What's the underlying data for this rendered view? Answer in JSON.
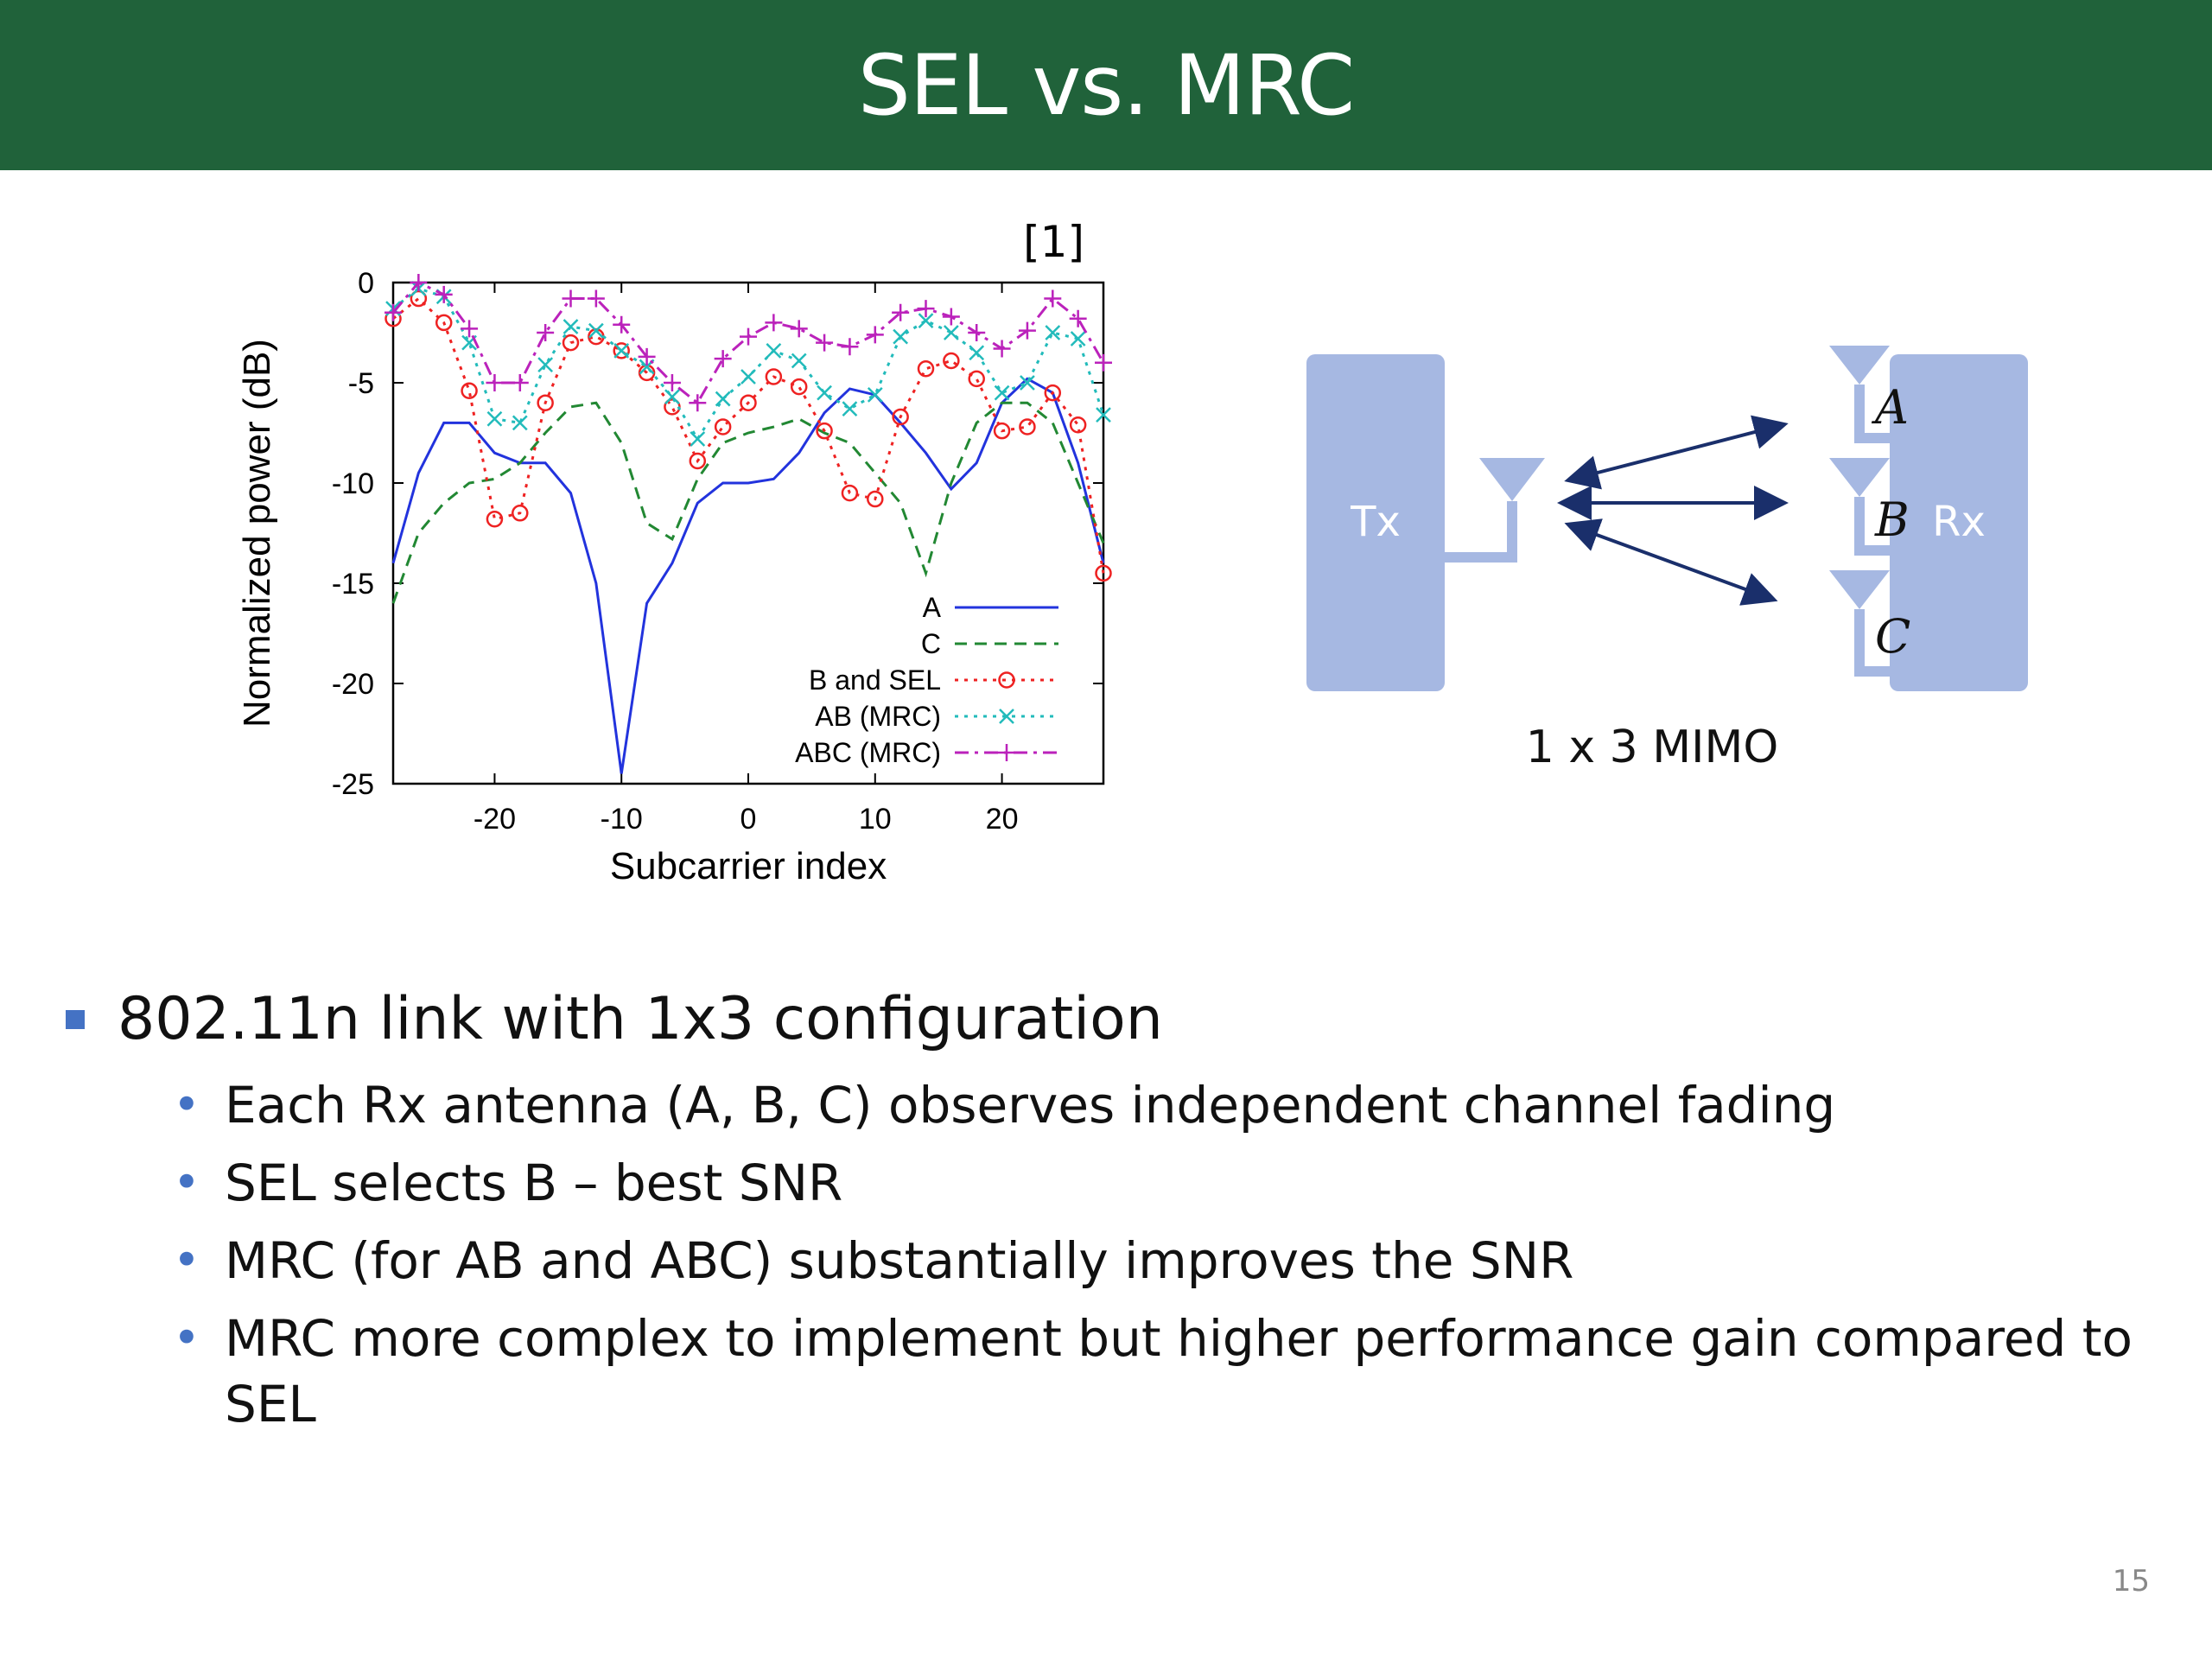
{
  "slide": {
    "title": "SEL vs. MRC",
    "page_number": "15"
  },
  "chart_data": {
    "type": "line",
    "citation": "[1]",
    "xlabel": "Subcarrier index",
    "ylabel": "Normalized power (dB)",
    "xlim": [
      -28,
      28
    ],
    "ylim": [
      -25,
      0
    ],
    "xticks": [
      -20,
      -10,
      0,
      10,
      20
    ],
    "yticks": [
      0,
      -5,
      -10,
      -15,
      -20,
      -25
    ],
    "legend_position": "bottom-right",
    "x": [
      -28,
      -26,
      -24,
      -22,
      -20,
      -18,
      -16,
      -14,
      -12,
      -10,
      -8,
      -6,
      -4,
      -2,
      0,
      2,
      4,
      6,
      8,
      10,
      12,
      14,
      16,
      18,
      20,
      22,
      24,
      26,
      28
    ],
    "series": [
      {
        "name": "A",
        "color": "#2233dd",
        "style": "solid",
        "marker": "none",
        "values": [
          -14,
          -9.5,
          -7,
          -7,
          -8.5,
          -9,
          -9,
          -10.5,
          -15,
          -24.5,
          -16,
          -14,
          -11,
          -10,
          -10,
          -9.8,
          -8.5,
          -6.5,
          -5.3,
          -5.6,
          -7,
          -8.5,
          -10.3,
          -9,
          -6,
          -4.8,
          -5.5,
          -9,
          -14
        ]
      },
      {
        "name": "C",
        "color": "#228833",
        "style": "dashed",
        "marker": "none",
        "values": [
          -16,
          -12.5,
          -11,
          -10,
          -9.8,
          -9,
          -7.5,
          -6.2,
          -6,
          -8,
          -12,
          -12.8,
          -9.8,
          -8,
          -7.5,
          -7.2,
          -6.8,
          -7.5,
          -8,
          -9.5,
          -11,
          -14.5,
          -10,
          -7,
          -6,
          -6,
          -7,
          -10,
          -13
        ]
      },
      {
        "name": "B and SEL",
        "color": "#ee2222",
        "style": "dotted",
        "marker": "circle",
        "values": [
          -1.8,
          -0.8,
          -2,
          -5.4,
          -11.8,
          -11.5,
          -6,
          -3,
          -2.7,
          -3.4,
          -4.5,
          -6.2,
          -8.9,
          -7.2,
          -6,
          -4.7,
          -5.2,
          -7.4,
          -10.5,
          -10.8,
          -6.7,
          -4.3,
          -3.9,
          -4.8,
          -7.4,
          -7.2,
          -5.5,
          -7.1,
          -14.5
        ]
      },
      {
        "name": "AB (MRC)",
        "color": "#22bbbb",
        "style": "dotted",
        "marker": "x",
        "values": [
          -1.3,
          -0.3,
          -0.7,
          -3,
          -6.8,
          -7,
          -4.1,
          -2.2,
          -2.4,
          -3.4,
          -4.2,
          -5.7,
          -7.8,
          -5.8,
          -4.7,
          -3.4,
          -3.9,
          -5.5,
          -6.3,
          -5.6,
          -2.7,
          -1.9,
          -2.5,
          -3.5,
          -5.5,
          -5,
          -2.5,
          -2.8,
          -6.6
        ]
      },
      {
        "name": "ABC (MRC)",
        "color": "#bb22bb",
        "style": "dashdot",
        "marker": "plus",
        "values": [
          -1.5,
          0,
          -0.6,
          -2.3,
          -5,
          -5,
          -2.5,
          -0.8,
          -0.8,
          -2.1,
          -3.7,
          -5,
          -6,
          -3.8,
          -2.7,
          -2,
          -2.3,
          -3,
          -3.2,
          -2.6,
          -1.5,
          -1.3,
          -1.7,
          -2.5,
          -3.3,
          -2.4,
          -0.8,
          -1.8,
          -4
        ]
      }
    ]
  },
  "diagram": {
    "tx_label": "Tx",
    "rx_label": "Rx",
    "antennas": [
      "A",
      "B",
      "C"
    ],
    "caption": "1 x 3 MIMO",
    "box_color": "#a6b8e2",
    "arrow_color": "#1a2f6b"
  },
  "bullets": {
    "main": "802.11n link with 1x3 configuration",
    "sub": [
      "Each Rx antenna (A, B, C) observes independent channel fading",
      "SEL selects B – best SNR",
      "MRC (for AB and ABC) substantially improves the SNR",
      "MRC more complex to implement but higher performance gain compared to SEL"
    ]
  }
}
